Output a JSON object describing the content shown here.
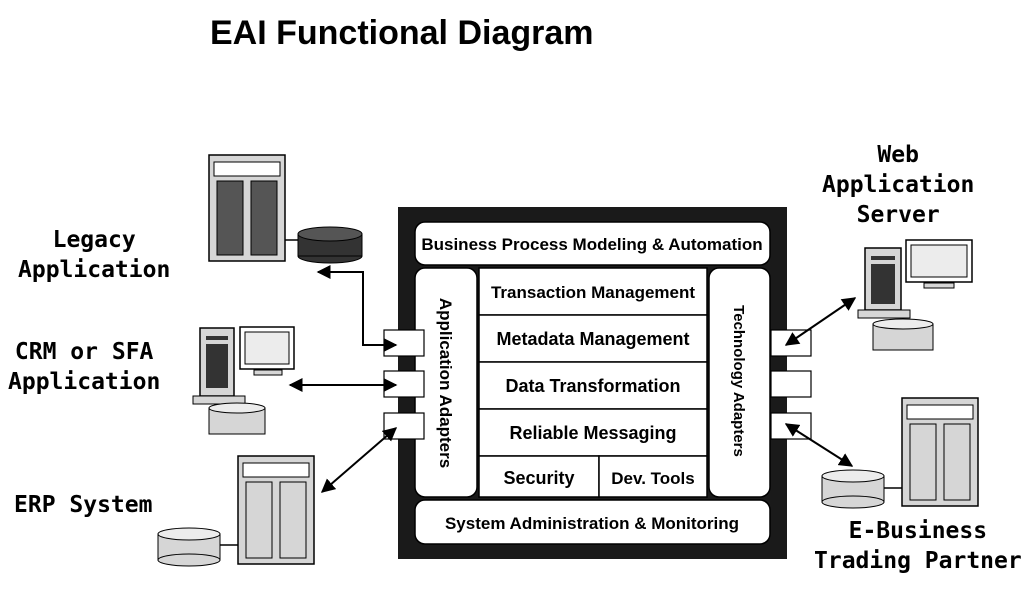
{
  "title": "EAI Functional Diagram",
  "external_systems": {
    "legacy": "Legacy\nApplication",
    "crm": "CRM or SFA\nApplication",
    "erp": "ERP System",
    "web": "Web\nApplication\nServer",
    "ebusiness": "E-Business\nTrading Partner"
  },
  "hub": {
    "top_band": "Business Process Modeling & Automation",
    "bottom_band": "System Administration & Monitoring",
    "left_column": "Application Adapters",
    "right_column": "Technology Adapters",
    "services": [
      "Transaction Management",
      "Metadata Management",
      "Data Transformation",
      "Reliable Messaging"
    ],
    "bottom_left": "Security",
    "bottom_right": "Dev. Tools"
  },
  "colors": {
    "frame": "#1a1a1a",
    "panel": "#ffffff",
    "equipment_light": "#d6d6d6",
    "equipment_dark": "#333333"
  }
}
